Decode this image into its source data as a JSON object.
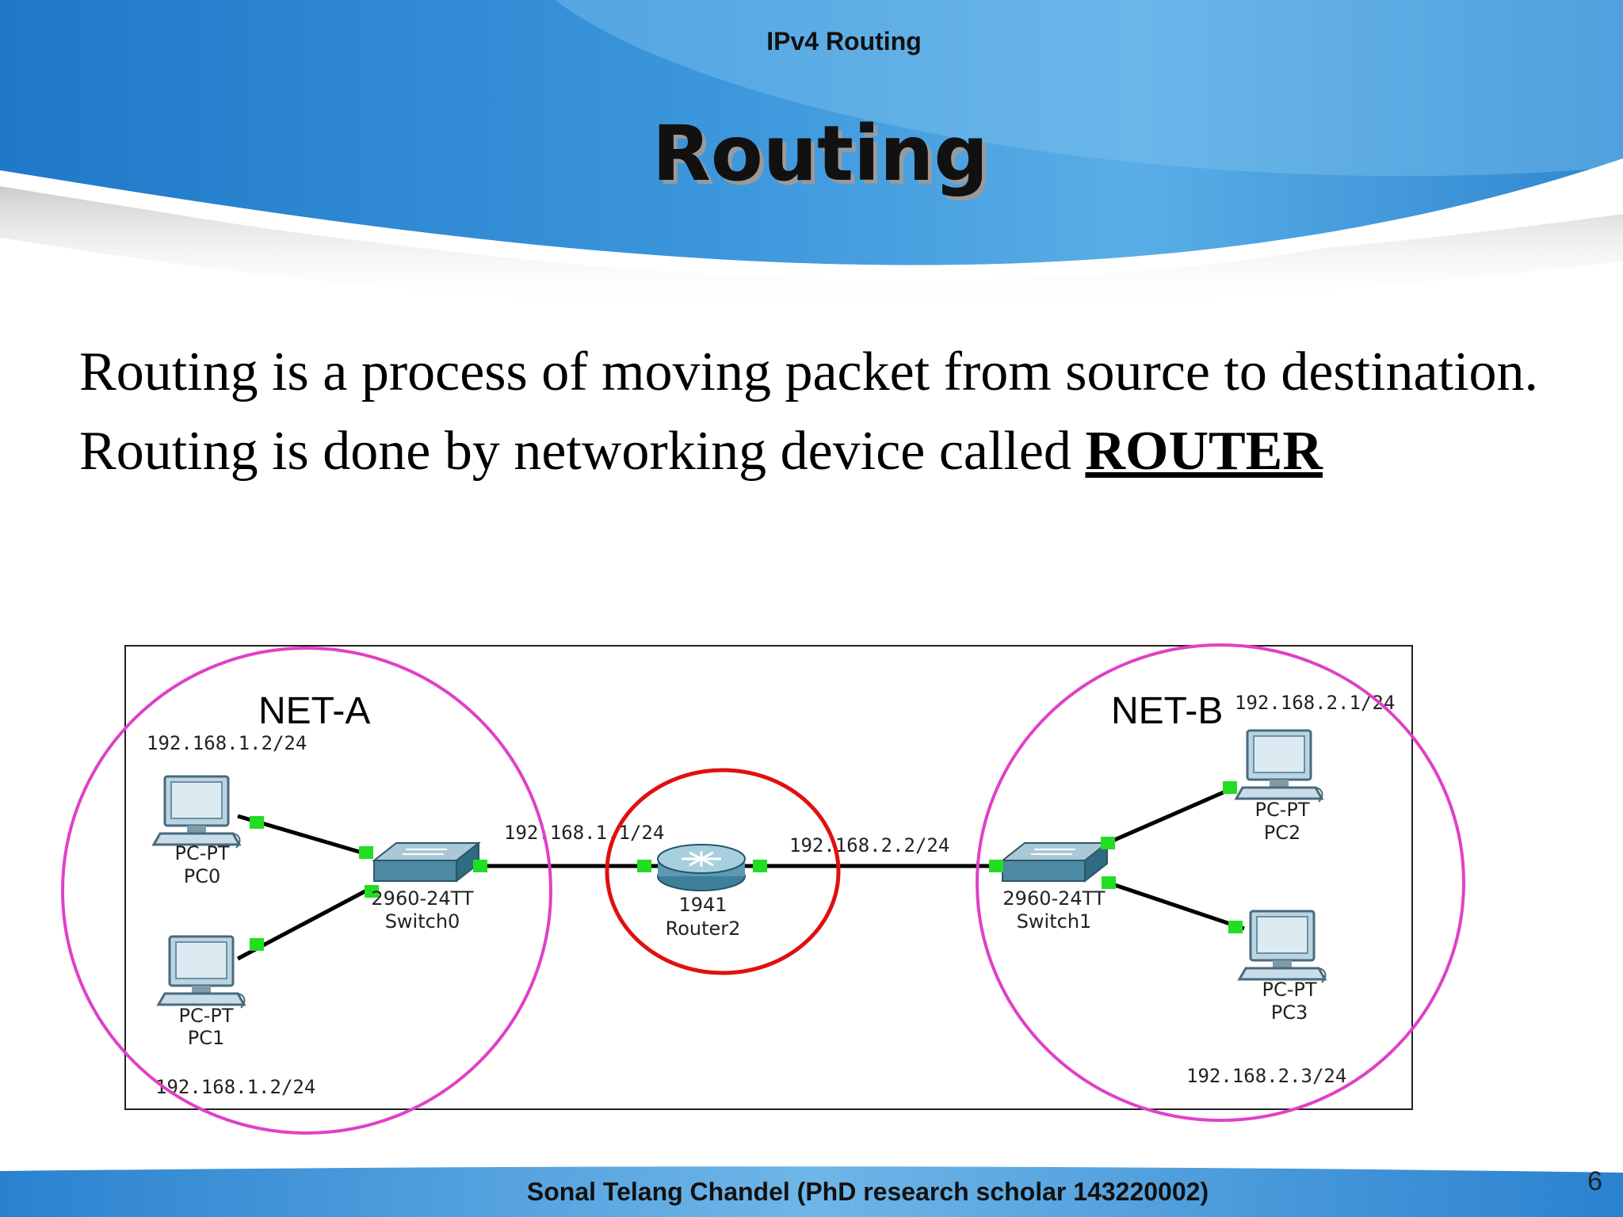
{
  "header": {
    "top_title": "IPv4 Routing",
    "slide_title": "Routing"
  },
  "body": {
    "line1": "Routing is a process of moving packet from source to destination.",
    "line2_prefix": "Routing is done by networking device called ",
    "line2_emphasis": "ROUTER"
  },
  "diagram": {
    "net_a_label": "NET-A",
    "net_b_label": "NET-B",
    "devices": {
      "pc0": {
        "type": "PC-PT",
        "name": "PC0",
        "ip": "192.168.1.2/24"
      },
      "pc1": {
        "type": "PC-PT",
        "name": "PC1",
        "ip": "192.168.1.2/24"
      },
      "switch0": {
        "type": "2960-24TT",
        "name": "Switch0"
      },
      "router": {
        "type": "1941",
        "name": "Router2",
        "ip_left": "192.168.1.1/24",
        "ip_right": "192.168.2.2/24"
      },
      "switch1": {
        "type": "2960-24TT",
        "name": "Switch1"
      },
      "pc2": {
        "type": "PC-PT",
        "name": "PC2",
        "ip": "192.168.2.1/24"
      },
      "pc3": {
        "type": "PC-PT",
        "name": "PC3",
        "ip": "192.168.2.3/24"
      }
    },
    "colors": {
      "network_circle": "#e040c8",
      "router_circle": "#e01010",
      "link": "#000000",
      "port": "#22dd22"
    }
  },
  "footer": {
    "author": "Sonal Telang Chandel (PhD research scholar 143220002)",
    "page_number": "6"
  },
  "theme": {
    "header_blue": "#2e86d0",
    "header_light_blue": "#6fb6e8"
  }
}
